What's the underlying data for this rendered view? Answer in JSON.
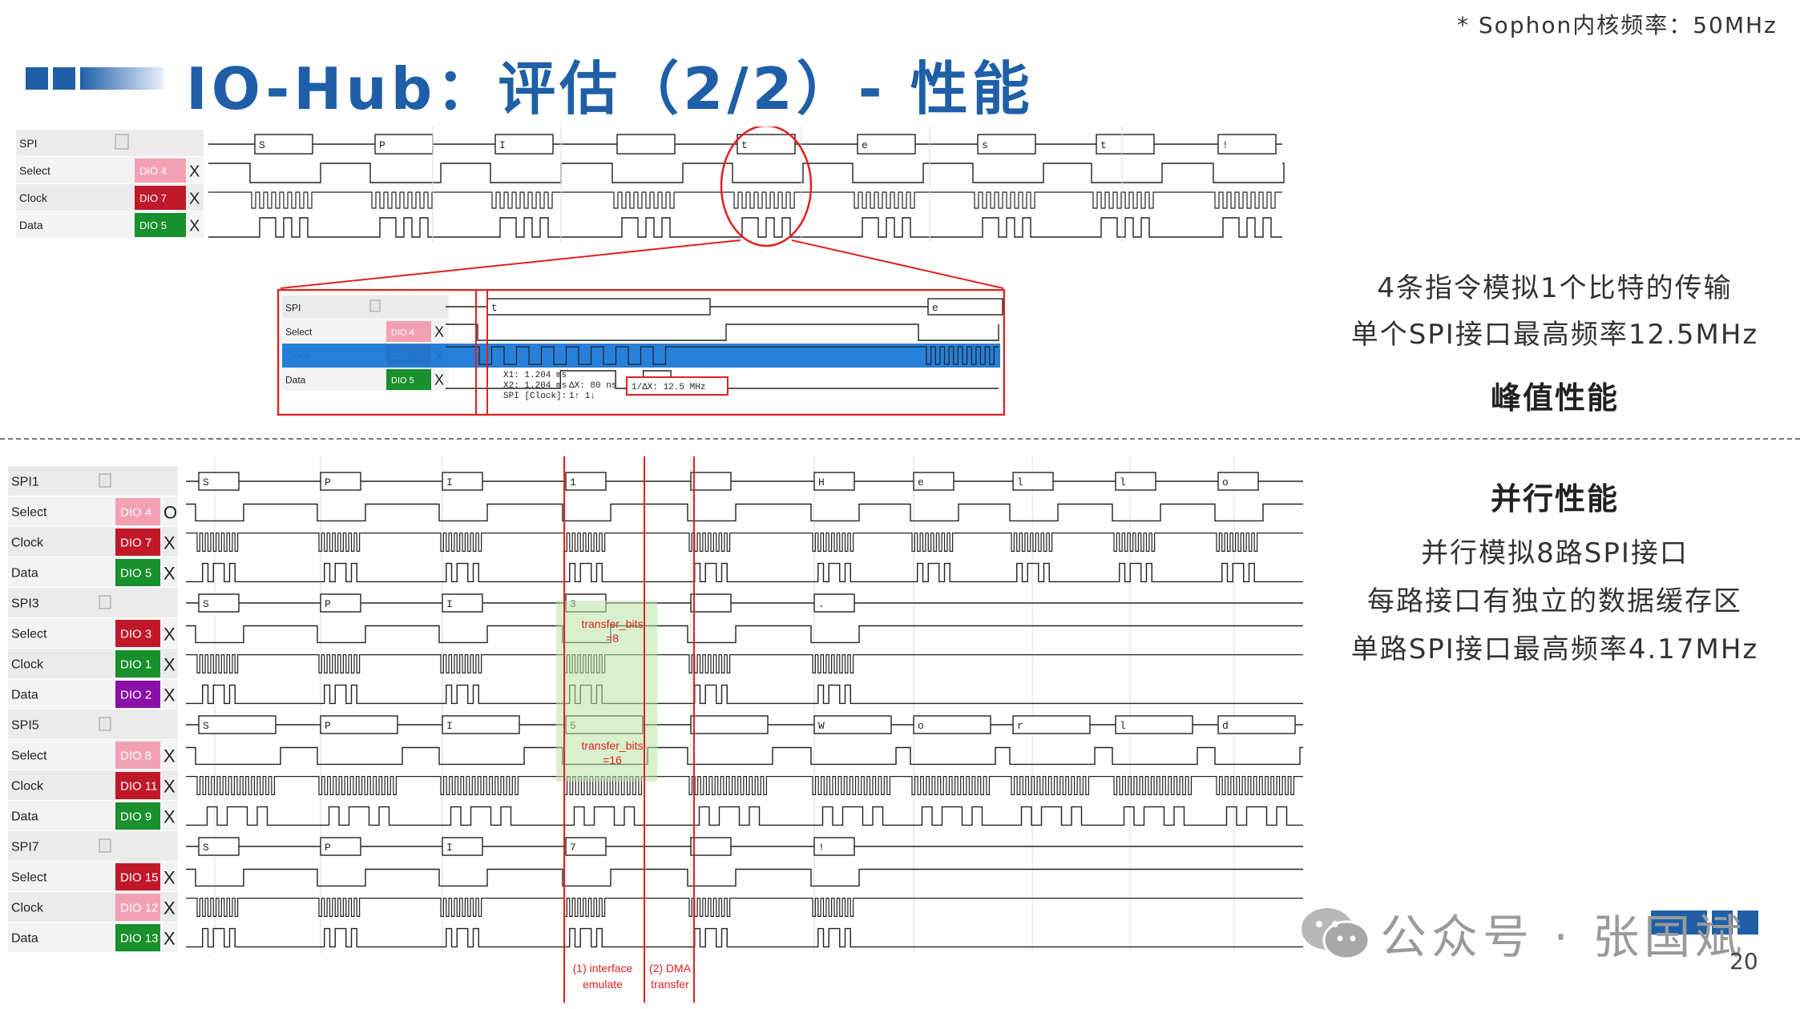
{
  "header": {
    "note": "* Sophon内核频率：50MHz",
    "title": "IO-Hub：评估（2/2）- 性能"
  },
  "colors": {
    "accent": "#1f5fa8",
    "highlight": "#e02020",
    "selection": "#1a78d6"
  },
  "peak": {
    "lines": [
      "4条指令模拟1个比特的传输",
      "单个SPI接口最高频率12.5MHz"
    ],
    "heading": "峰值性能"
  },
  "parallel": {
    "heading": "并行性能",
    "lines": [
      "并行模拟8路SPI接口",
      "每路接口有独立的数据缓存区",
      "单路SPI接口最高频率4.17MHz"
    ]
  },
  "top_capture": {
    "rows": [
      {
        "name": "SPI",
        "dio": "",
        "color": ""
      },
      {
        "name": "Select",
        "dio": "DIO 4",
        "color": "#f4a0b4"
      },
      {
        "name": "Clock",
        "dio": "DIO 7",
        "color": "#c01828"
      },
      {
        "name": "Data",
        "dio": "DIO 5",
        "color": "#18902c"
      }
    ],
    "decoded": [
      "S",
      "P",
      "I",
      "",
      "t",
      "e",
      "s",
      "t",
      "!"
    ]
  },
  "zoom_capture": {
    "rows": [
      {
        "name": "SPI",
        "dio": "",
        "color": ""
      },
      {
        "name": "Select",
        "dio": "DIO 4",
        "color": "#f4a0b4"
      },
      {
        "name": "Clock",
        "dio": "DIO 7",
        "color": "#c01828"
      },
      {
        "name": "Data",
        "dio": "DIO 5",
        "color": "#18902c"
      }
    ],
    "decoded": [
      "t",
      "e"
    ],
    "measure": {
      "x1": "X1: 1.204 ms",
      "x2": "X2: 1.204 ms",
      "spi_clock": "SPI [Clock]:",
      "dx": "ΔX: 80 ns",
      "counts": "1↑        1↓",
      "freq": "1/ΔX: 12.5 MHz"
    }
  },
  "bottom_capture": {
    "groups": [
      {
        "bus": "SPI1",
        "decoded": [
          "S",
          "P",
          "I",
          "1",
          "",
          "H",
          "e",
          "l",
          "l",
          "o"
        ],
        "rows": [
          {
            "name": "Select",
            "dio": "DIO 4",
            "color": "#f4a0b4",
            "x": "O"
          },
          {
            "name": "Clock",
            "dio": "DIO 7",
            "color": "#c01828",
            "x": "X"
          },
          {
            "name": "Data",
            "dio": "DIO 5",
            "color": "#18902c",
            "x": "X"
          }
        ]
      },
      {
        "bus": "SPI3",
        "decoded": [
          "S",
          "P",
          "I",
          "3",
          "",
          "."
        ],
        "rows": [
          {
            "name": "Select",
            "dio": "DIO 3",
            "color": "#c01828",
            "x": "X"
          },
          {
            "name": "Clock",
            "dio": "DIO 1",
            "color": "#18902c",
            "x": "X"
          },
          {
            "name": "Data",
            "dio": "DIO 2",
            "color": "#8a10a8",
            "x": "X"
          }
        ]
      },
      {
        "bus": "SPI5",
        "decoded": [
          "S",
          "P",
          "I",
          "5",
          "",
          "W",
          "o",
          "r",
          "l",
          "d"
        ],
        "rows": [
          {
            "name": "Select",
            "dio": "DIO 8",
            "color": "#f4a0b4",
            "x": "X"
          },
          {
            "name": "Clock",
            "dio": "DIO 11",
            "color": "#c01828",
            "x": "X"
          },
          {
            "name": "Data",
            "dio": "DIO 9",
            "color": "#18902c",
            "x": "X"
          }
        ]
      },
      {
        "bus": "SPI7",
        "decoded": [
          "S",
          "P",
          "I",
          "7",
          "",
          "!"
        ],
        "rows": [
          {
            "name": "Select",
            "dio": "DIO 15",
            "color": "#c01828",
            "x": "X"
          },
          {
            "name": "Clock",
            "dio": "DIO 12",
            "color": "#f4a0b4",
            "x": "X"
          },
          {
            "name": "Data",
            "dio": "DIO 13",
            "color": "#18902c",
            "x": "X"
          }
        ]
      }
    ],
    "annotations": {
      "bits8": [
        "transfer_bits",
        "=8"
      ],
      "bits16": [
        "transfer_bits",
        "=16"
      ],
      "interface": [
        "(1) interface",
        "emulate"
      ],
      "dma": [
        "(2) DMA",
        "transfer"
      ]
    }
  },
  "footer": {
    "watermark": "公众号 · 张国斌",
    "page": "20"
  }
}
